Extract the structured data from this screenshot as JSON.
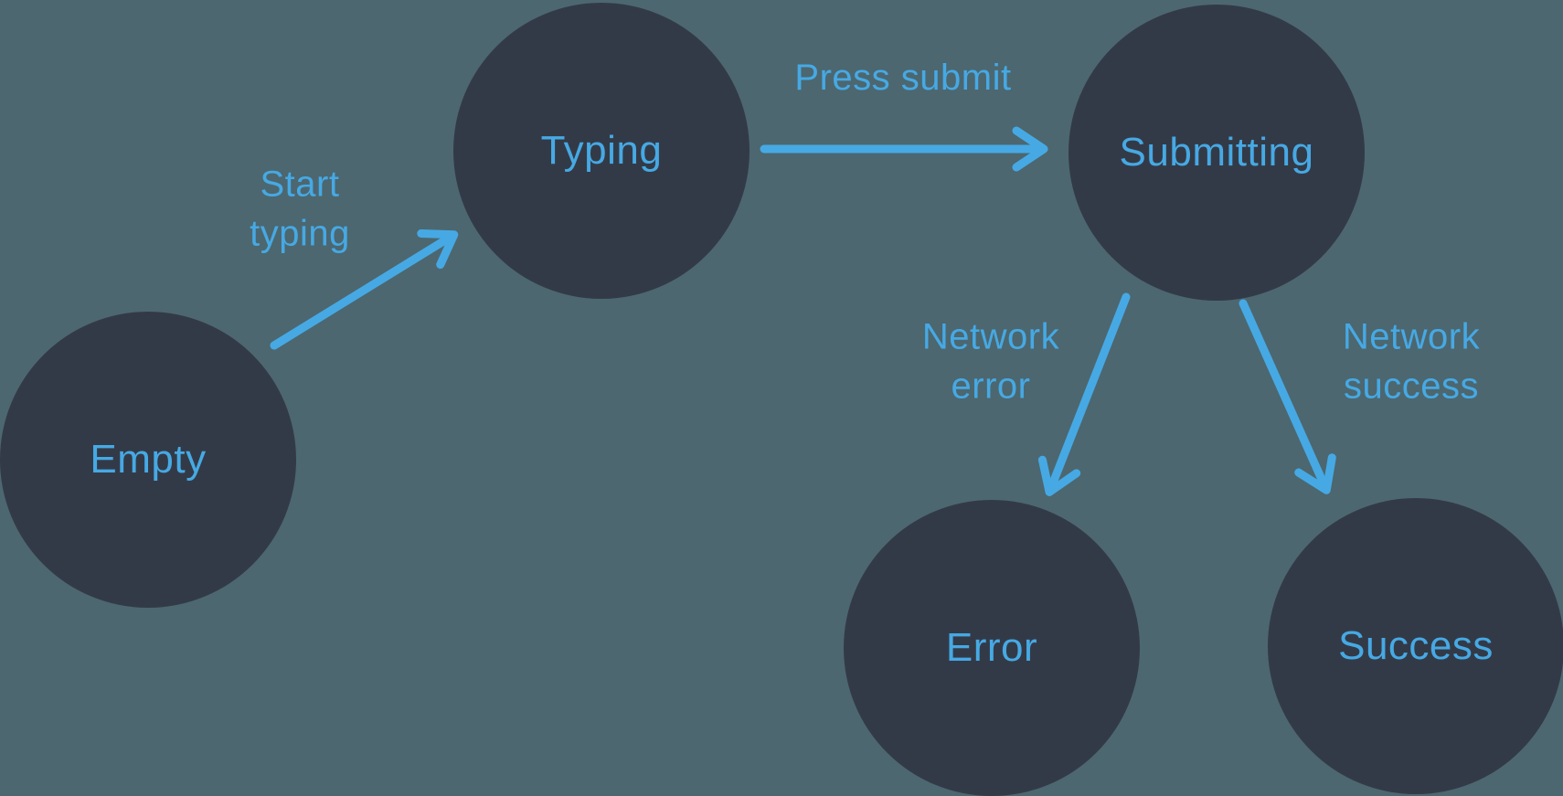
{
  "diagram": {
    "type": "state-machine",
    "colors": {
      "background": "#4C6770",
      "node_fill": "#333A47",
      "accent": "#46A9E4"
    },
    "nodes": [
      {
        "id": "empty",
        "label": "Empty"
      },
      {
        "id": "typing",
        "label": "Typing"
      },
      {
        "id": "submitting",
        "label": "Submitting"
      },
      {
        "id": "error",
        "label": "Error"
      },
      {
        "id": "success",
        "label": "Success"
      }
    ],
    "edges": [
      {
        "from": "empty",
        "to": "typing",
        "label": "Start\ntyping"
      },
      {
        "from": "typing",
        "to": "submitting",
        "label": "Press submit"
      },
      {
        "from": "submitting",
        "to": "error",
        "label": "Network\nerror"
      },
      {
        "from": "submitting",
        "to": "success",
        "label": "Network\nsuccess"
      }
    ]
  }
}
